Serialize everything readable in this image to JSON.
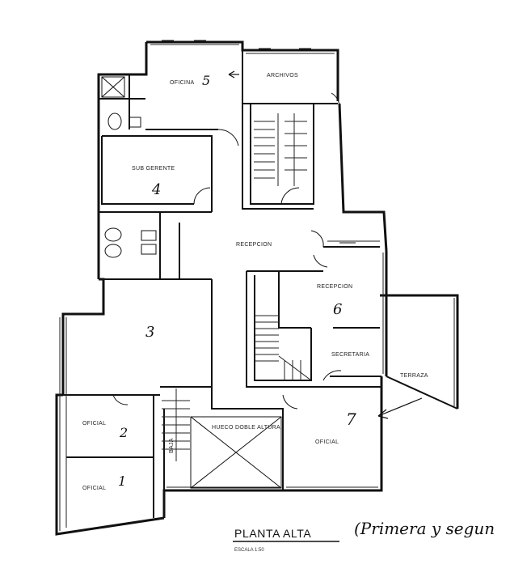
{
  "title": "PLANTA ALTA",
  "scale": "ESCALA 1:50",
  "handwritten_note": "(Primera y segun",
  "rooms": [
    {
      "label": "OFICINA",
      "number": "5"
    },
    {
      "label": "ARCHIVOS"
    },
    {
      "label": "SUB GERENTE",
      "number": "4"
    },
    {
      "label": "RECEPCION"
    },
    {
      "number": "3"
    },
    {
      "label": "RECEPCION",
      "number": "6"
    },
    {
      "label": "SECRETARIA"
    },
    {
      "label": "TERRAZA"
    },
    {
      "label": "OFICIAL",
      "number": "2"
    },
    {
      "label": "OFICIAL",
      "number": "1"
    },
    {
      "label": "HUECO DOBLE ALTURA"
    },
    {
      "label": "OFICIAL",
      "number": "7"
    },
    {
      "label": "BAJA"
    }
  ],
  "colors": {
    "ink": "#111111",
    "paper": "#ffffff"
  }
}
